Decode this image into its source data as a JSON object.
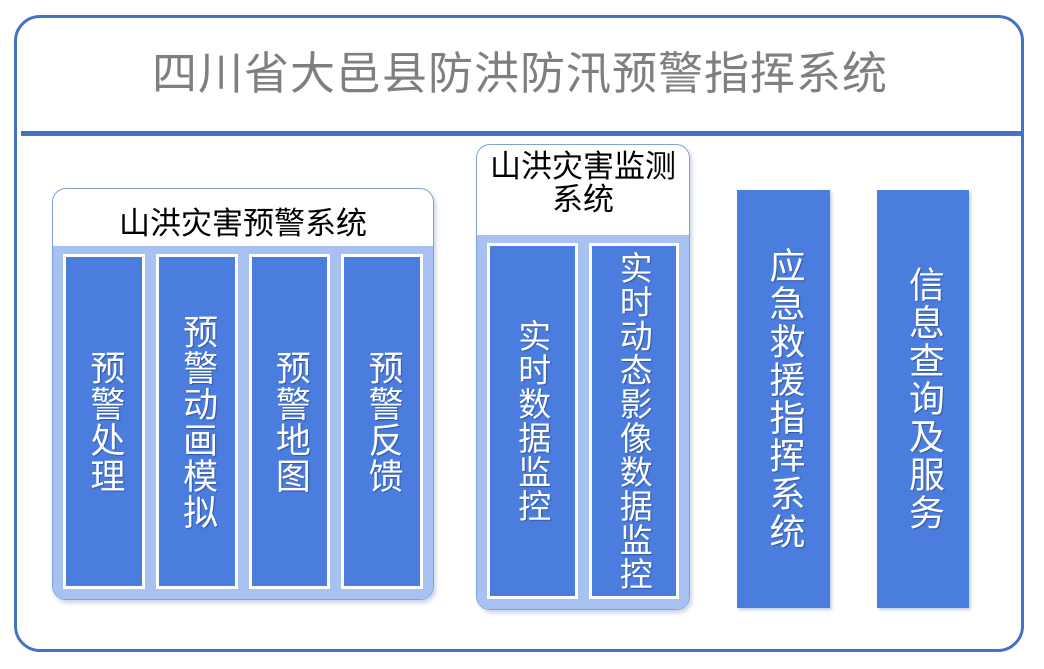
{
  "header": {
    "title": "四川省大邑县防洪防汛预警指挥系统",
    "title_color": "#7F7F7F",
    "divider_color": "#4472C4"
  },
  "theme": {
    "frame_border": "#4472C4",
    "panel_border": "#7FA0DB",
    "panel_inner_bg": "#A7C2F0",
    "card_bg": "#4A7DDE",
    "card_text": "#FFFFFF",
    "page_bg": "#FFFFFF"
  },
  "panels": [
    {
      "id": "warning",
      "title": "山洪灾害预警系统",
      "cards": [
        {
          "label": "预警处理"
        },
        {
          "label": "预警动画模拟"
        },
        {
          "label": "预警地图"
        },
        {
          "label": "预警反馈"
        }
      ]
    },
    {
      "id": "monitor",
      "title": "山洪灾害监测系统",
      "cards": [
        {
          "label": "实时数据监控"
        },
        {
          "label": "实时动态影像数据监控"
        }
      ]
    }
  ],
  "standalone_cards": [
    {
      "id": "rescue",
      "label": "应急救援指挥系统"
    },
    {
      "id": "info",
      "label": "信息查询及服务"
    }
  ]
}
